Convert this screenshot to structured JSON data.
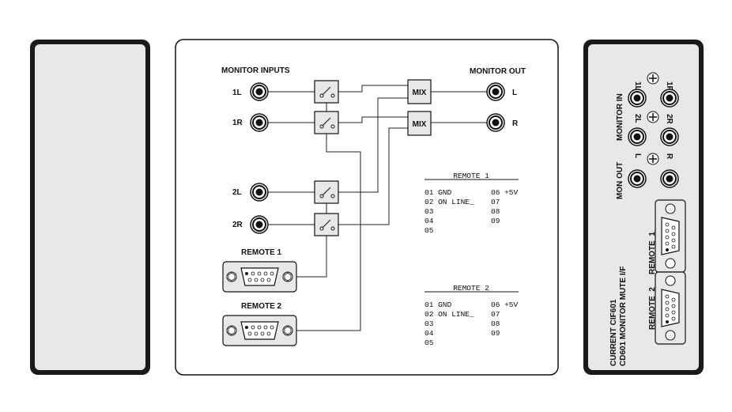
{
  "diagram": {
    "monitor_inputs_title": "MONITOR INPUTS",
    "monitor_out_title": "MONITOR OUT",
    "inputs": [
      "1L",
      "1R",
      "2L",
      "2R"
    ],
    "outputs": [
      "L",
      "R"
    ],
    "mix_label": "MIX",
    "remote1_title": "REMOTE 1",
    "remote2_title": "REMOTE 2",
    "pinout": [
      {
        "title": "REMOTE 1",
        "left": [
          "01 GND",
          "02 ON LINE_",
          "03",
          "04",
          "05"
        ],
        "right": [
          "06 +5V",
          "07",
          "08",
          "09"
        ]
      },
      {
        "title": "REMOTE 2",
        "left": [
          "01 GND",
          "02 ON LINE_",
          "03",
          "04",
          "05"
        ],
        "right": [
          "06 +5V",
          "07",
          "08",
          "09"
        ]
      }
    ]
  },
  "rear_panel": {
    "title": "CURRENT CIF601",
    "subtitle": "CD601 MONITOR MUTE I/F",
    "monitor_in_label": "MONITOR IN",
    "mon_out_label": "MON OUT",
    "jack_labels": [
      "1L",
      "1R",
      "2L",
      "2R",
      "L",
      "R"
    ],
    "remote_1_label": "REMOTE_1",
    "remote_2_label": "REMOTE_2"
  }
}
